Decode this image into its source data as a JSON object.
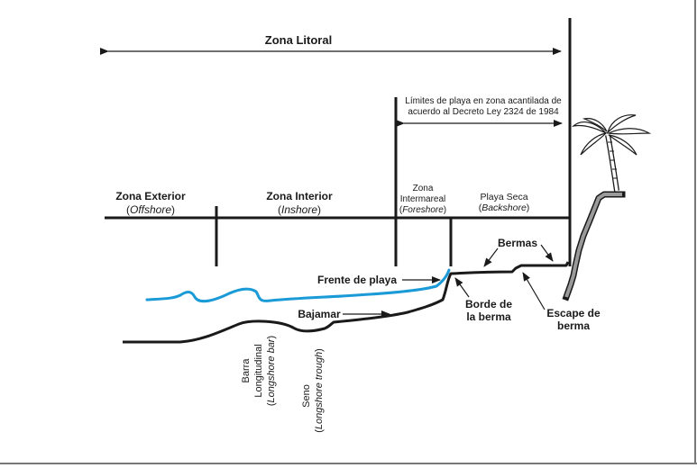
{
  "diagram": {
    "zona_litoral": "Zona Litoral",
    "limites_line1": "Límites de playa en zona acantilada de",
    "limites_line2": "acuerdo al Decreto Ley 2324 de 1984",
    "zona_exterior": "Zona Exterior",
    "zona_exterior_en": "Offshore",
    "zona_interior": "Zona Interior",
    "zona_interior_en": "Inshore",
    "zona_intermareal_1": "Zona",
    "zona_intermareal_2": "Intermareal",
    "zona_intermareal_en": "Foreshore",
    "playa_seca": "Playa Seca",
    "playa_seca_en": "Backshore",
    "bermas": "Bermas",
    "frente_de_playa": "Frente de playa",
    "borde_1": "Borde de",
    "borde_2": "la berma",
    "escape_1": "Escape de",
    "escape_2": "berma",
    "bajamar": "Bajamar",
    "barra_1": "Barra",
    "barra_2": "Longitudinal",
    "barra_en": "Longshore bar",
    "seno_1": "Seno",
    "seno_en": "Longshore trough"
  },
  "colors": {
    "water": "#1a9ad6",
    "ink": "#1a1a1a",
    "cliff": "#9a9a9a"
  }
}
